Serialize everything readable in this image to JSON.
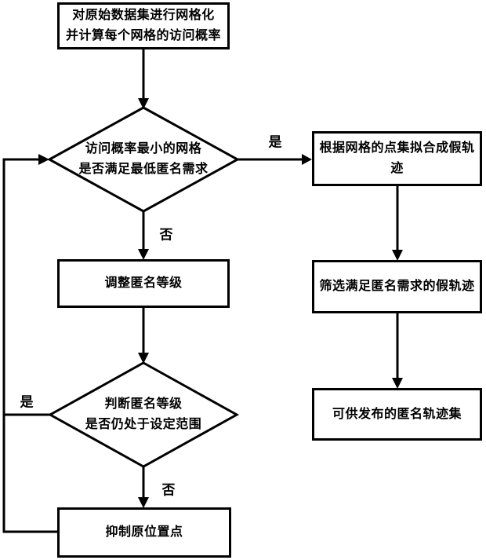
{
  "diagram": {
    "nodes": {
      "gridify": "对原始数据集进行网格化\n并计算每个网格的访问概率",
      "min_prob_check": "访问概率最小的网格\n是否满足最低匿名需求",
      "fit_fake_trajectory": "根据网格的点集拟合成假轨迹",
      "adjust_anonymity_level": "调整匿名等级",
      "level_range_check": "判断匿名等级\n是否仍处于设定范围",
      "filter_fake_trajectory": "筛选满足匿名需求的假轨迹",
      "publishable_set": "可供发布的匿名轨迹集",
      "suppress_origin_points": "抑制原位置点"
    },
    "edge_labels": {
      "check1_yes": "是",
      "check1_no": "否",
      "check2_yes": "是",
      "check2_no": "否"
    },
    "colors": {
      "line": "#000000",
      "node_fill": "#ffffff",
      "text": "#000000",
      "background": "#ffffff"
    }
  }
}
